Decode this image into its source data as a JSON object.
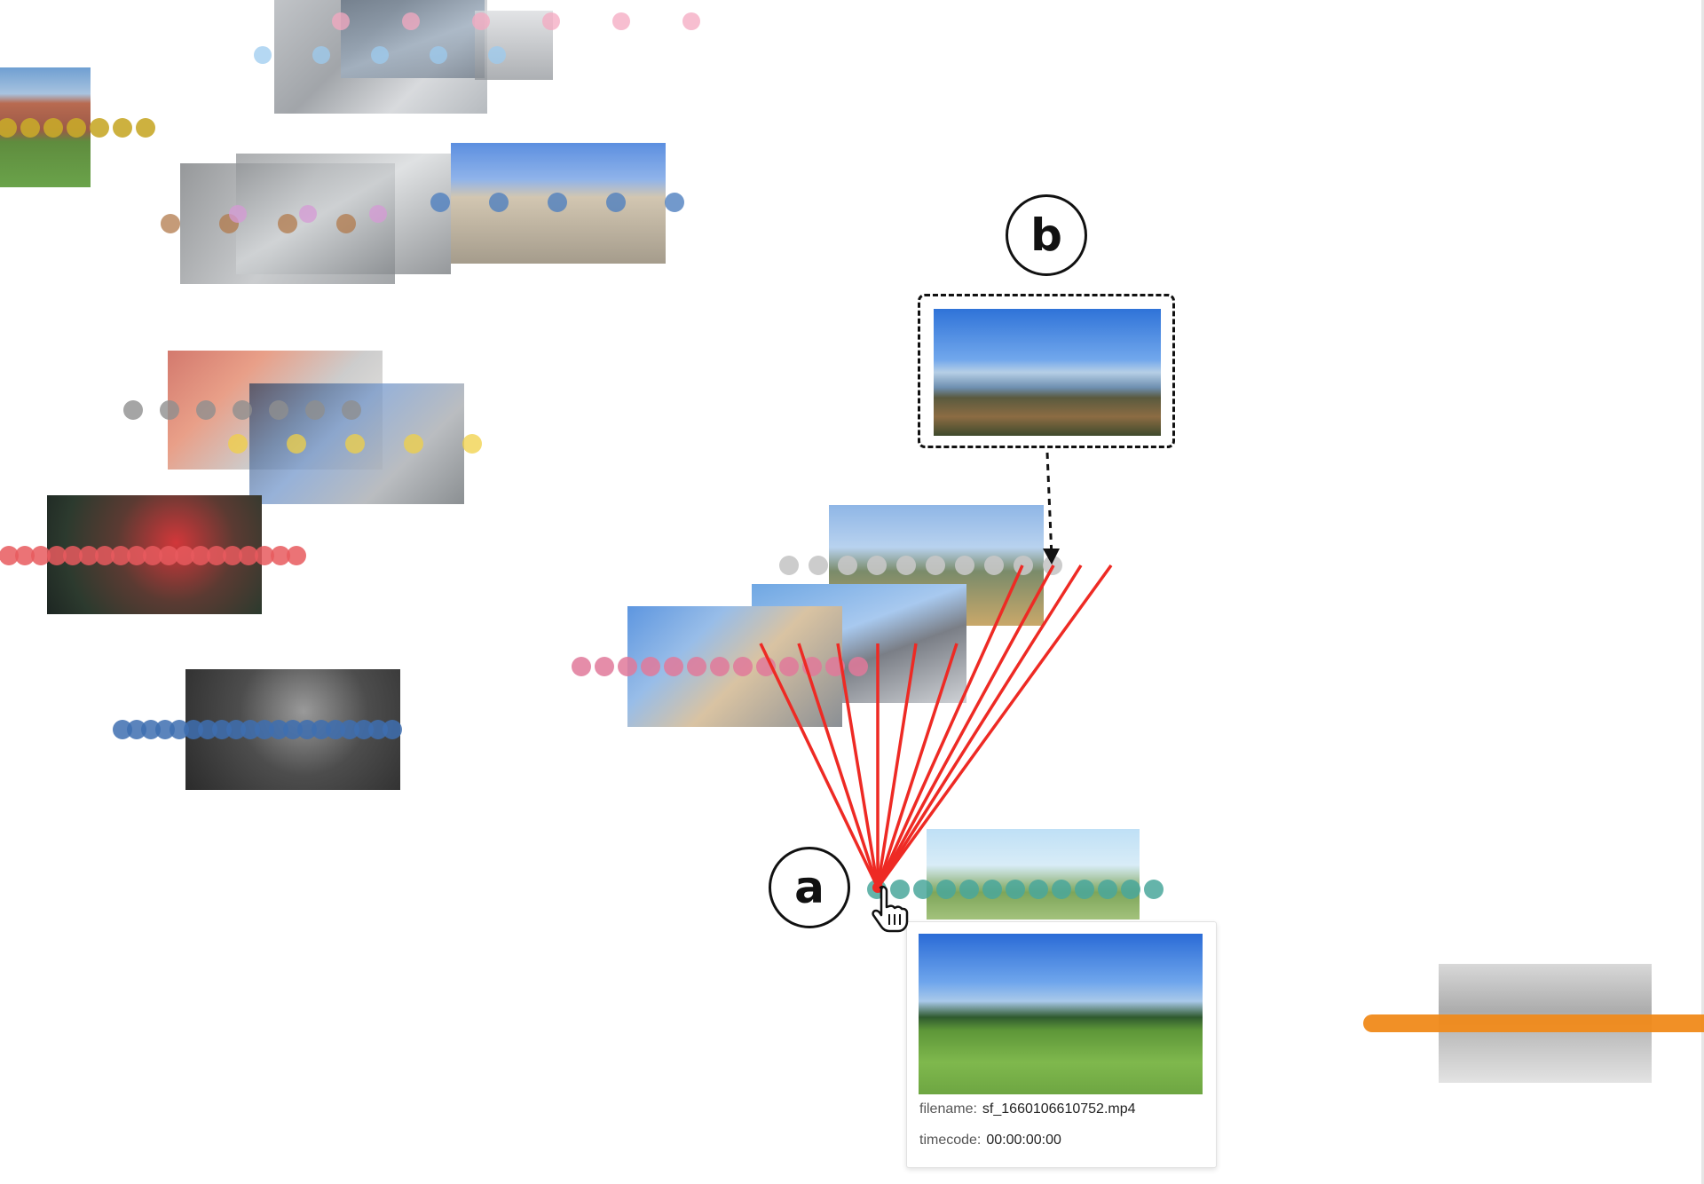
{
  "annotations": {
    "a": "a",
    "b": "b"
  },
  "tooltip": {
    "filename_label": "filename:",
    "filename_value": "sf_1660106610752.mp4",
    "timecode_label": "timecode:",
    "timecode_value": "00:00:00:00"
  },
  "colors": {
    "selection_lines": "#ee2a24",
    "dashed_connector": "#111111",
    "highlight_track": "#55aaa0"
  },
  "icons": {
    "cursor": "hand-pointer-icon"
  }
}
